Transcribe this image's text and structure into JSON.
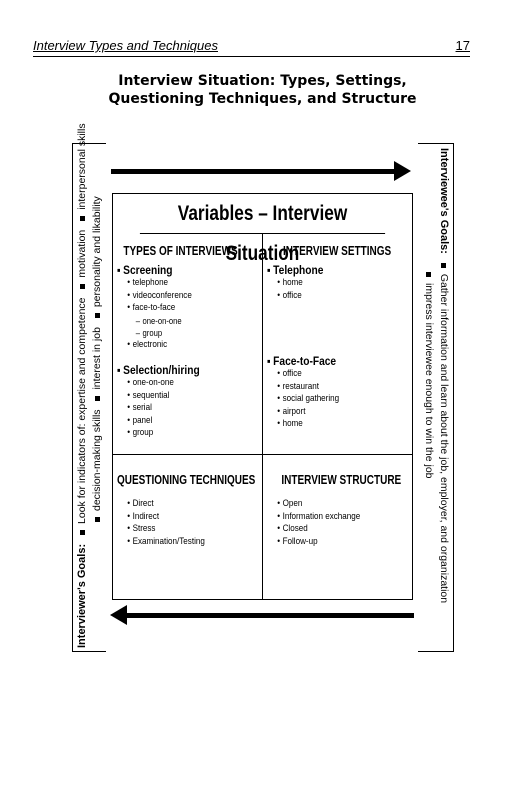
{
  "header": {
    "running_title": "Interview Types and Techniques",
    "page_number": "17"
  },
  "title": {
    "line1": "Interview Situation: Types, Settings,",
    "line2": "Questioning Techniques, and Structure"
  },
  "left_sidebar": {
    "label": "Interviewer's Goals:",
    "line1": [
      "Look for indicators of: expertise and competence",
      "motivation",
      "interpersonal skills"
    ],
    "line2": [
      "decision-making skills",
      "interest in job",
      "personality and likability"
    ]
  },
  "right_sidebar": {
    "label": "Interviewee's Goals:",
    "line1": "Gather information and learn about the job, employer, and organization",
    "line2": "impress interviewee enough to win the job"
  },
  "box": {
    "title": "Variables – Interview Situation",
    "types": {
      "heading": "TYPES OF INTERVIEWS",
      "screening": {
        "label": "Screening",
        "items": [
          "telephone",
          "videoconference",
          "face-to-face"
        ],
        "face_sub": [
          "one-on-one",
          "group"
        ],
        "last": "electronic"
      },
      "selection": {
        "label": "Selection/hiring",
        "items": [
          "one-on-one",
          "sequential",
          "serial",
          "panel",
          "group"
        ]
      }
    },
    "settings": {
      "heading": "INTERVIEW SETTINGS",
      "telephone": {
        "label": "Telephone",
        "items": [
          "home",
          "office"
        ]
      },
      "face": {
        "label": "Face-to-Face",
        "items": [
          "office",
          "restaurant",
          "social gathering",
          "airport",
          "home"
        ]
      }
    },
    "questioning": {
      "heading": "QUESTIONING TECHNIQUES",
      "items": [
        "Direct",
        "Indirect",
        "Stress",
        "Examination/Testing"
      ]
    },
    "structure": {
      "heading": "INTERVIEW STRUCTURE",
      "items": [
        "Open",
        "Information exchange",
        "Closed",
        "Follow-up"
      ]
    }
  }
}
